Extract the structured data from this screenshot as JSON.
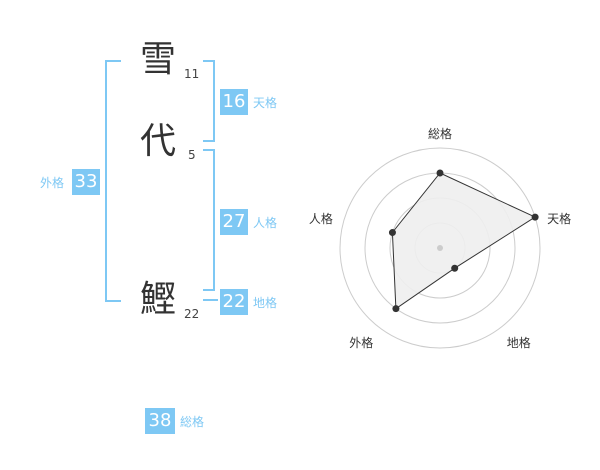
{
  "name": {
    "chars": [
      {
        "char": "雪",
        "strokes": "11"
      },
      {
        "char": "代",
        "strokes": "5"
      },
      {
        "char": "鰹",
        "strokes": "22"
      }
    ]
  },
  "kaku": {
    "tenkaku": {
      "value": "16",
      "label": "天格"
    },
    "jinkaku": {
      "value": "27",
      "label": "人格"
    },
    "chikaku": {
      "value": "22",
      "label": "地格"
    },
    "gaikaku": {
      "value": "33",
      "label": "外格"
    },
    "soukaku": {
      "value": "38",
      "label": "総格"
    }
  },
  "colors": {
    "accent": "#7ec8f4",
    "box": "#7ec8f4",
    "text": "#333333",
    "radar_fill": "#eeeeee",
    "radar_stroke": "#333333",
    "ring": "#cccccc"
  },
  "chart_data": {
    "type": "radar",
    "axes": [
      "総格",
      "天格",
      "地格",
      "外格",
      "人格"
    ],
    "values": [
      0.75,
      1.0,
      0.25,
      0.75,
      0.5
    ],
    "range": [
      0,
      1
    ],
    "rings": 4
  }
}
